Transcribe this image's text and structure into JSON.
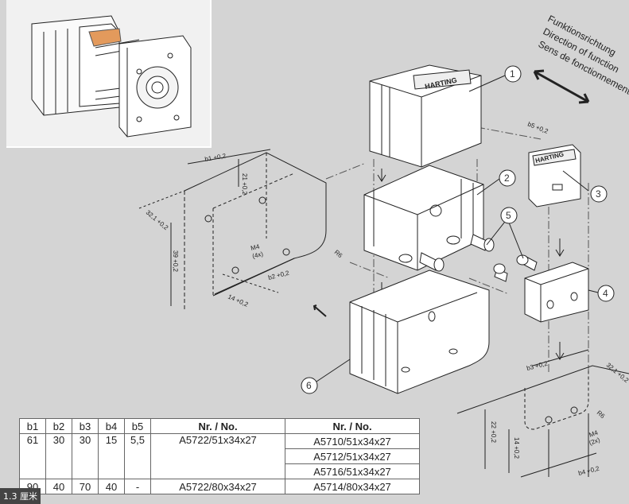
{
  "direction_labels": [
    "Funktionsrichtung",
    "Direction of function",
    "Sens de fonctionnement"
  ],
  "callouts": [
    "1",
    "2",
    "3",
    "4",
    "5",
    "6"
  ],
  "cover_logo": "HARTING",
  "dimensions": {
    "top_b1": "b1 +0,2",
    "height_21": "21 +0,2",
    "depth_32": "32,1 +0,2",
    "height_39": "39 +0,2",
    "thread_m4": "M4",
    "thread_m4_sub": "(4x)",
    "b2": "b2 +0,2",
    "w14": "14 +0,2",
    "radius": "R6",
    "b5": "b5 +0,2",
    "b3": "b3 +0,2",
    "right_22": "22 +0,2",
    "right_14": "14 +0,2",
    "right_32": "32,1 +0,2",
    "right_m4": "M4",
    "right_m4_sub": "(2x)",
    "right_b4": "b4 +0,2",
    "right_r6": "R6"
  },
  "table": {
    "headers": [
      "b1",
      "b2",
      "b3",
      "b4",
      "b5",
      "Nr. / No.",
      "Nr. / No."
    ],
    "rows": [
      {
        "b1": "61",
        "b2": "30",
        "b3": "30",
        "b4": "15",
        "b5": "5,5",
        "nr1": "A5722/51x34x27",
        "nr2": [
          "A5710/51x34x27",
          "A5712/51x34x27",
          "A5716/51x34x27"
        ]
      },
      {
        "b1": "90",
        "b2": "40",
        "b3": "70",
        "b4": "40",
        "b5": "-",
        "nr1": "A5722/80x34x27",
        "nr2": [
          "A5714/80x34x27"
        ]
      }
    ]
  },
  "badge": "1.3 厘米",
  "colors": {
    "background": "#d4d4d4",
    "inset": "#f1f1f1",
    "highlight": "#e39a5c"
  }
}
